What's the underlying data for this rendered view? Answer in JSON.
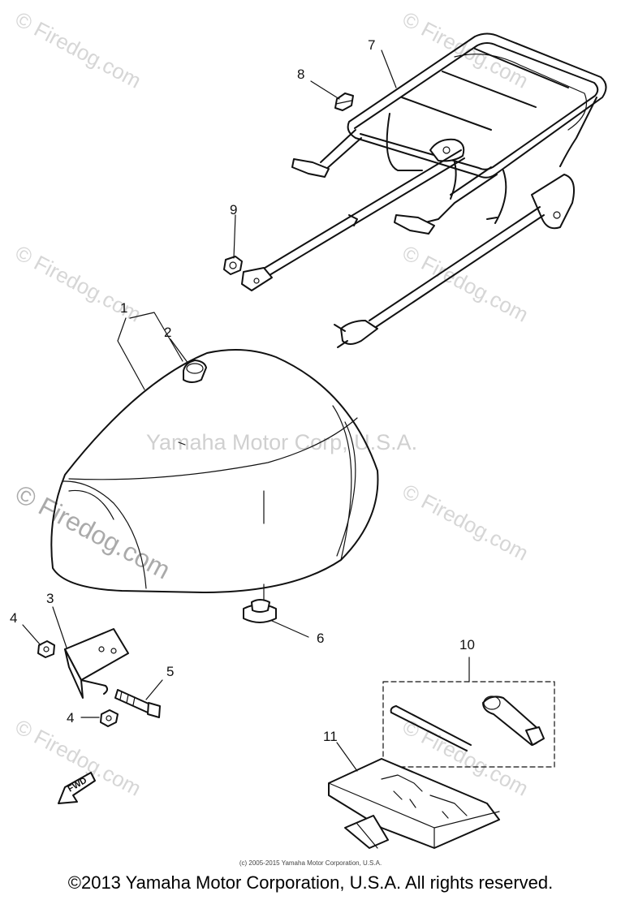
{
  "watermarks": {
    "firedog_small": "© Firedog.com",
    "firedog_large": "© Firedog.com",
    "center": "Yamaha Motor Corp, U.S.A."
  },
  "callouts": {
    "c1": "1",
    "c2": "2",
    "c3": "3",
    "c4a": "4",
    "c4b": "4",
    "c5": "5",
    "c6": "6",
    "c7": "7",
    "c8": "8",
    "c9": "9",
    "c10": "10",
    "c11": "11"
  },
  "fwd_label": "FWD",
  "small_copyright": "(c) 2005-2015 Yamaha Motor Corporation, U.S.A.",
  "footer": "©2013 Yamaha Motor Corporation, U.S.A. All rights reserved."
}
